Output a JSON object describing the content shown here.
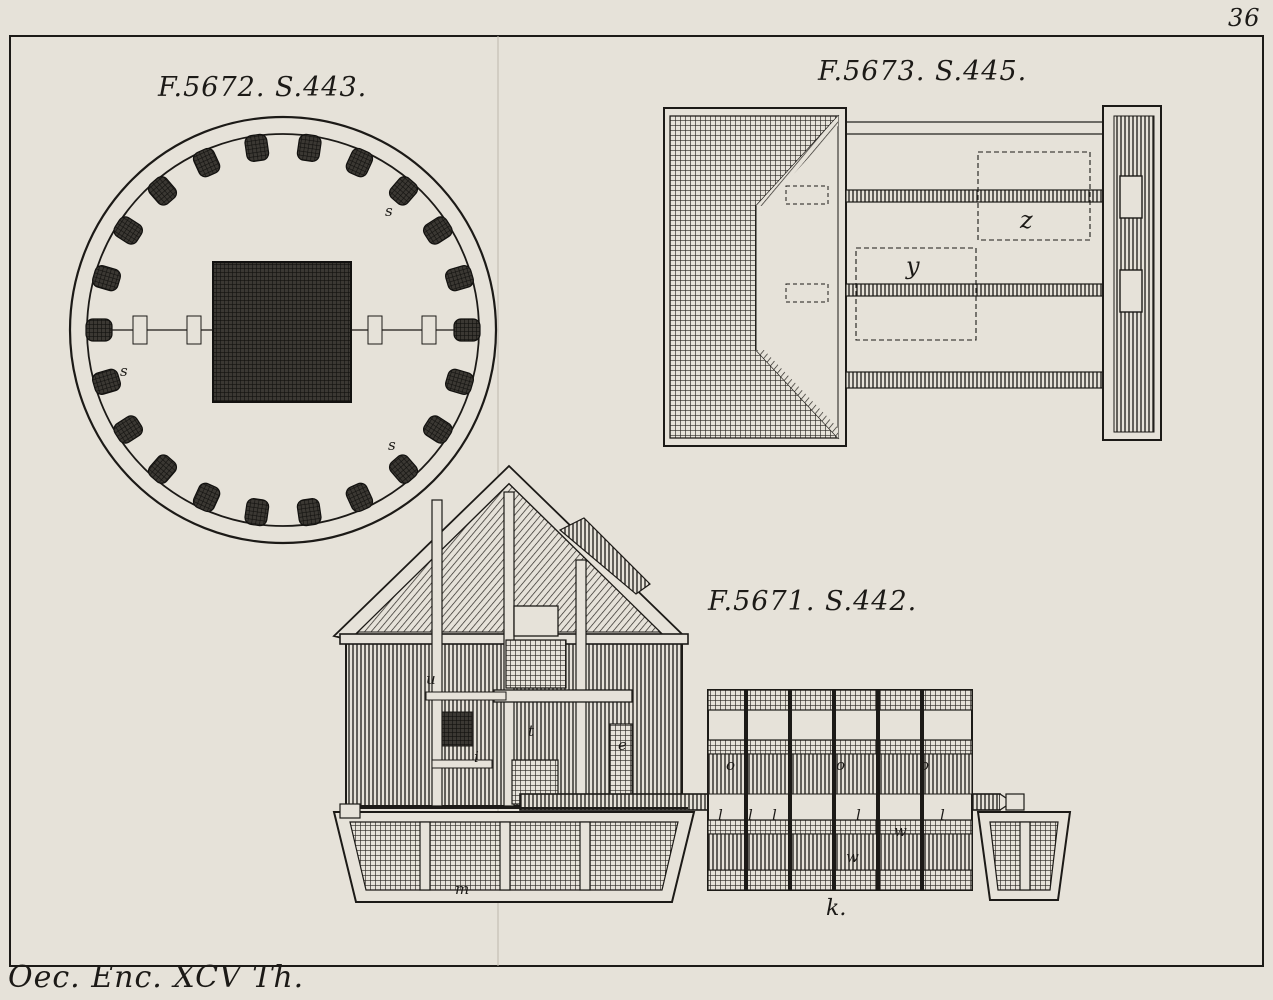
{
  "plate": {
    "page_number": "36",
    "footer": "Oec. Enc. XCV Th."
  },
  "figures": {
    "circle": {
      "caption": "F.5672. S.443.",
      "letters": [
        "s",
        "s",
        "s"
      ]
    },
    "plan": {
      "caption": "F.5673. S.445.",
      "letters": [
        "z",
        "y"
      ]
    },
    "mill": {
      "caption": "F.5671. S.442.",
      "letters": [
        "m",
        "k.",
        "o",
        "o",
        "o",
        "l",
        "l",
        "l",
        "l",
        "l",
        "w",
        "w",
        "u",
        "t",
        "i",
        "e"
      ]
    }
  },
  "colors": {
    "paper": "#e6e2d9",
    "ink": "#1c1a17",
    "hatch": "#2a2723"
  }
}
